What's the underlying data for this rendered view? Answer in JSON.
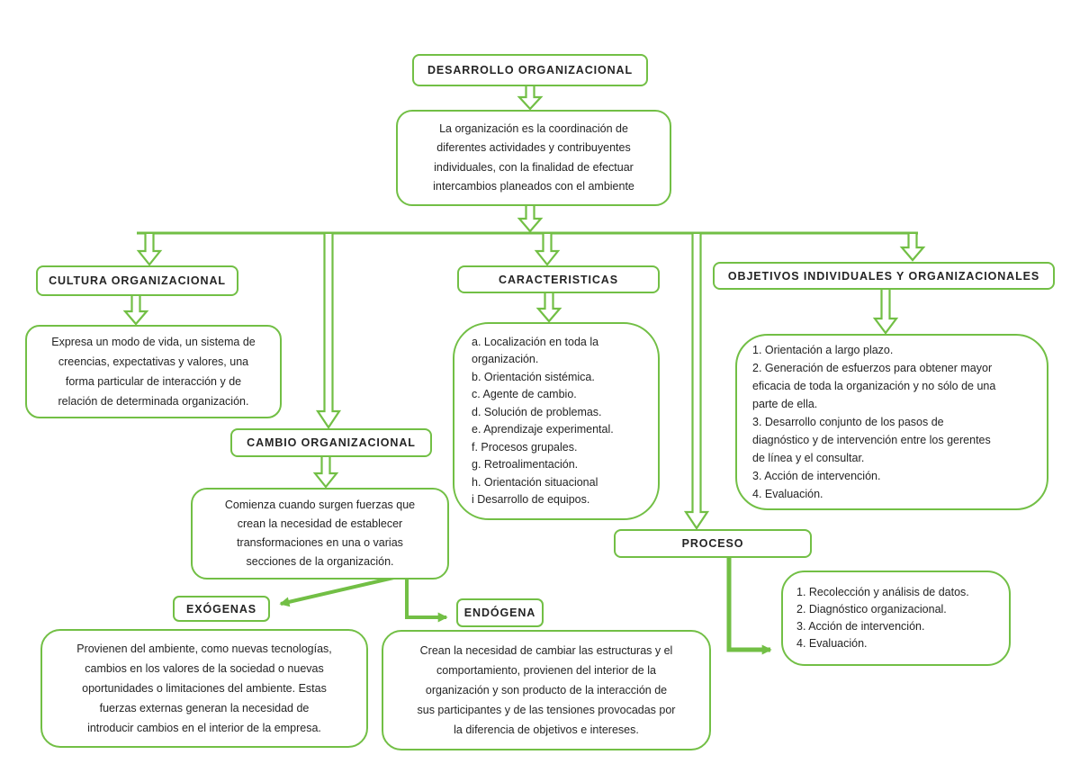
{
  "diagram": {
    "accent_color": "#72bf45",
    "text_color": "#242424",
    "root": {
      "title": "DESARROLLO ORGANIZACIONAL",
      "definition_lines": [
        "La organización es la coordinación de",
        "diferentes actividades y contribuyentes",
        "individuales, con la finalidad de efectuar",
        "intercambios planeados con el ambiente"
      ]
    },
    "branches": {
      "cultura": {
        "title": "CULTURA ORGANIZACIONAL",
        "description_lines": [
          "Expresa un modo de vida, un sistema de",
          "creencias, expectativas y valores, una",
          "forma particular de interacción y de",
          "relación de determinada organización."
        ]
      },
      "caracteristicas": {
        "title": "CARACTERISTICAS",
        "items_lines": [
          "a. Localización en toda la",
          "organización.",
          "b. Orientación sistémica.",
          "c. Agente de cambio.",
          "d. Solución de problemas.",
          "e. Aprendizaje experimental.",
          "f. Procesos grupales.",
          "g. Retroalimentación.",
          "h. Orientación situacional",
          "i Desarrollo de equipos."
        ]
      },
      "objetivos": {
        "title": "OBJETIVOS INDIVIDUALES Y ORGANIZACIONALES",
        "items_lines": [
          "1. Orientación a largo plazo.",
          "2. Generación de esfuerzos para obtener mayor",
          "eficacia de toda la organización y no sólo de una",
          "parte de ella.",
          "3. Desarrollo conjunto de los pasos de",
          "diagnóstico y de intervención entre los gerentes",
          "de línea y el consultar.",
          "3. Acción de intervención.",
          "4. Evaluación."
        ]
      },
      "cambio": {
        "title": "CAMBIO ORGANIZACIONAL",
        "description_lines": [
          "Comienza cuando surgen fuerzas que",
          "crean la necesidad de establecer",
          "transformaciones en una o varias",
          "secciones de la organización."
        ],
        "exogenas": {
          "title": "EXÓGENAS",
          "description_lines": [
            "Provienen del ambiente, como nuevas tecnologías,",
            "cambios en los valores de la sociedad o nuevas",
            "oportunidades o limitaciones del ambiente. Estas",
            "fuerzas externas generan la necesidad de",
            "introducir cambios en el interior de la empresa."
          ]
        },
        "endogena": {
          "title": "ENDÓGENA",
          "description_lines": [
            "Crean la necesidad de cambiar las estructuras y el",
            "comportamiento, provienen del interior de la",
            "organización y son producto de la interacción de",
            "sus participantes y de las tensiones provocadas por",
            "la diferencia de objetivos e intereses."
          ]
        }
      },
      "proceso": {
        "title": "PROCESO",
        "items_lines": [
          "1. Recolección y análisis de datos.",
          "2. Diagnóstico organizacional.",
          "3. Acción de intervención.",
          "4. Evaluación."
        ]
      }
    }
  }
}
